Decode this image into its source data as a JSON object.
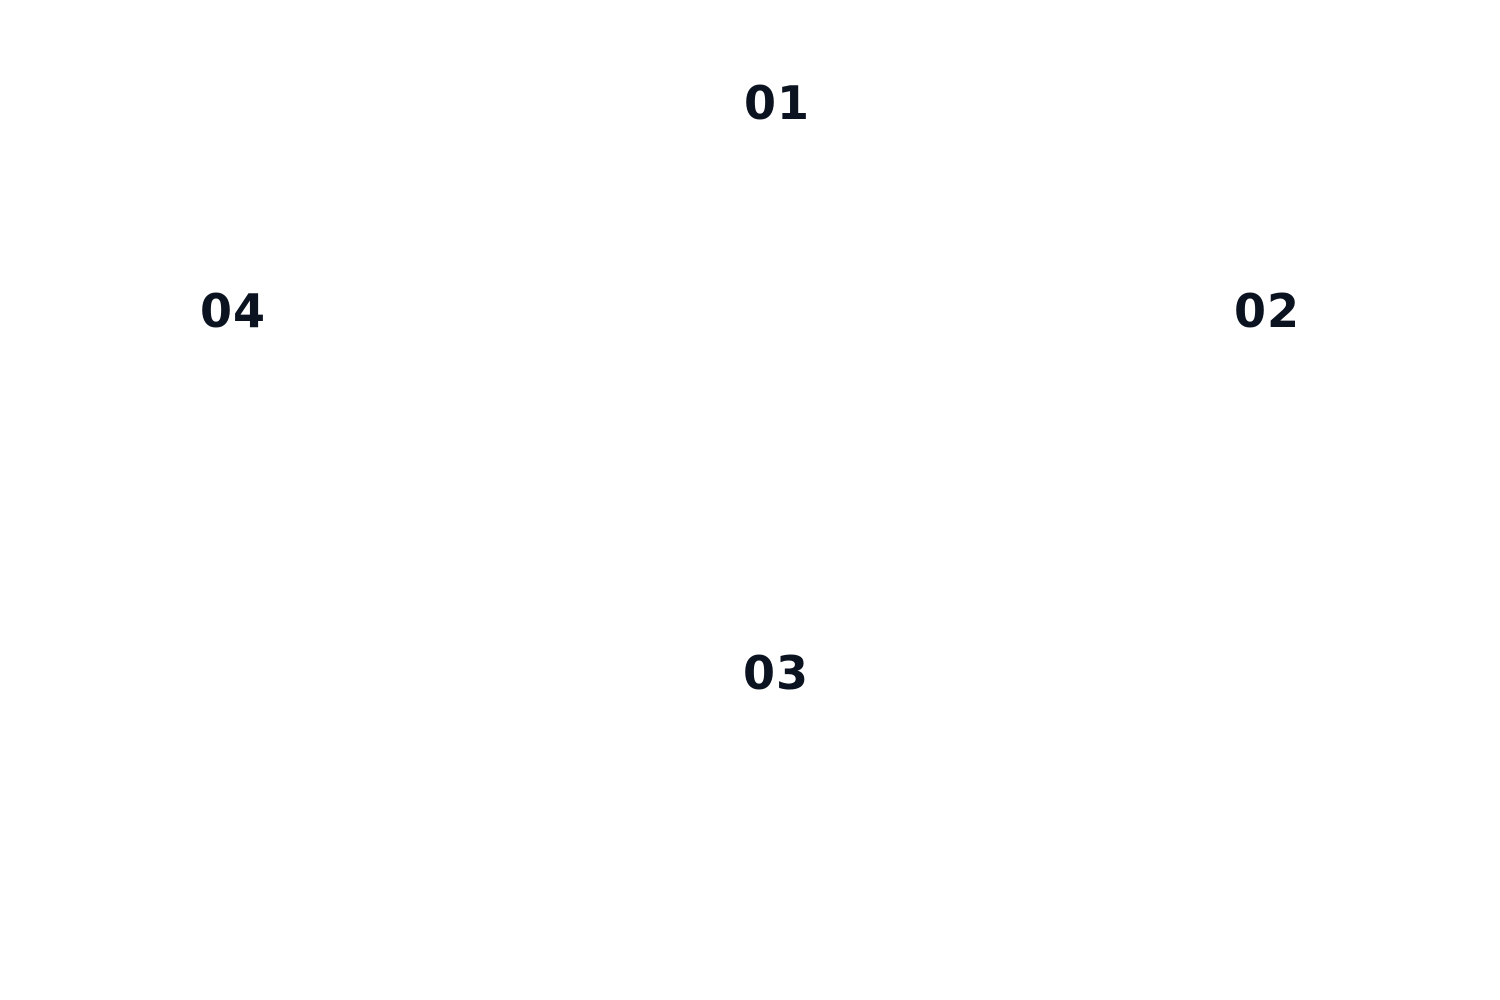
{
  "steps": [
    {
      "label": "01"
    },
    {
      "label": "02"
    },
    {
      "label": "03"
    },
    {
      "label": "04"
    }
  ],
  "colors": {
    "background": "#ffffff",
    "text": "#0b1220"
  }
}
